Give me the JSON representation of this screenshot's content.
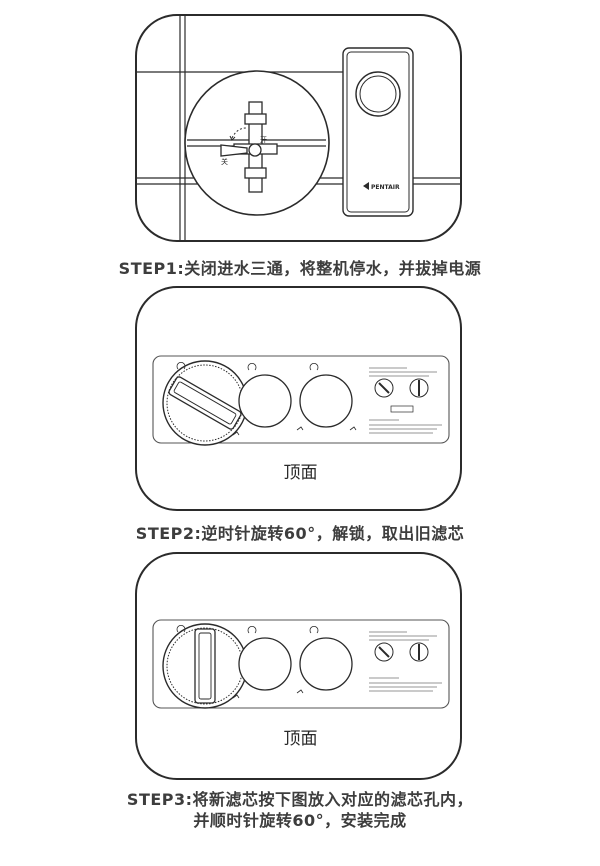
{
  "step1": {
    "caption": "STEP1:关闭进水三通，将整机停水，并拔掉电源",
    "valve_open_label": "开",
    "valve_closed_label": "关",
    "brand": "PENTAIR"
  },
  "step2": {
    "caption": "STEP2:逆时针旋转60°，解锁，取出旧滤芯",
    "face_label": "顶面"
  },
  "step3": {
    "caption_line1": "STEP3:将新滤芯按下图放入对应的滤芯孔内，",
    "caption_line2": "并顺时针旋转60°，安装完成",
    "face_label": "顶面"
  },
  "colors": {
    "line": "#2b2b2b",
    "text": "#3d3d3d"
  }
}
